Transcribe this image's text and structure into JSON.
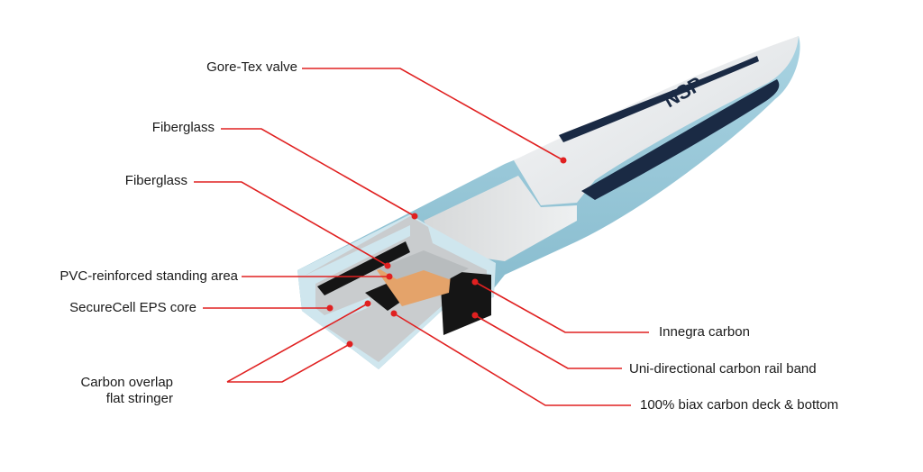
{
  "diagram": {
    "labels": {
      "gore_tex_valve": "Gore-Tex valve",
      "fiberglass_outer": "Fiberglass",
      "fiberglass_inner": "Fiberglass",
      "pvc_standing_area": "PVC-reinforced standing area",
      "securecell_eps_core": "SecureCell EPS core",
      "carbon_overlap_line1": "Carbon overlap",
      "carbon_overlap_line2": "flat stringer",
      "innegra_carbon": "Innegra carbon",
      "uni_directional_rail_band": "Uni-directional carbon rail band",
      "biax_carbon_deck_bottom": "100% biax carbon deck & bottom"
    },
    "colors": {
      "leader_line": "#e02020",
      "board_blue": "#8fc4d6",
      "board_deck": "#e9ecee",
      "navy_stripe": "#1a2a44",
      "carbon": "#151515",
      "foam_gray": "#c9ccce",
      "pvc_orange": "#e4a36a"
    }
  }
}
